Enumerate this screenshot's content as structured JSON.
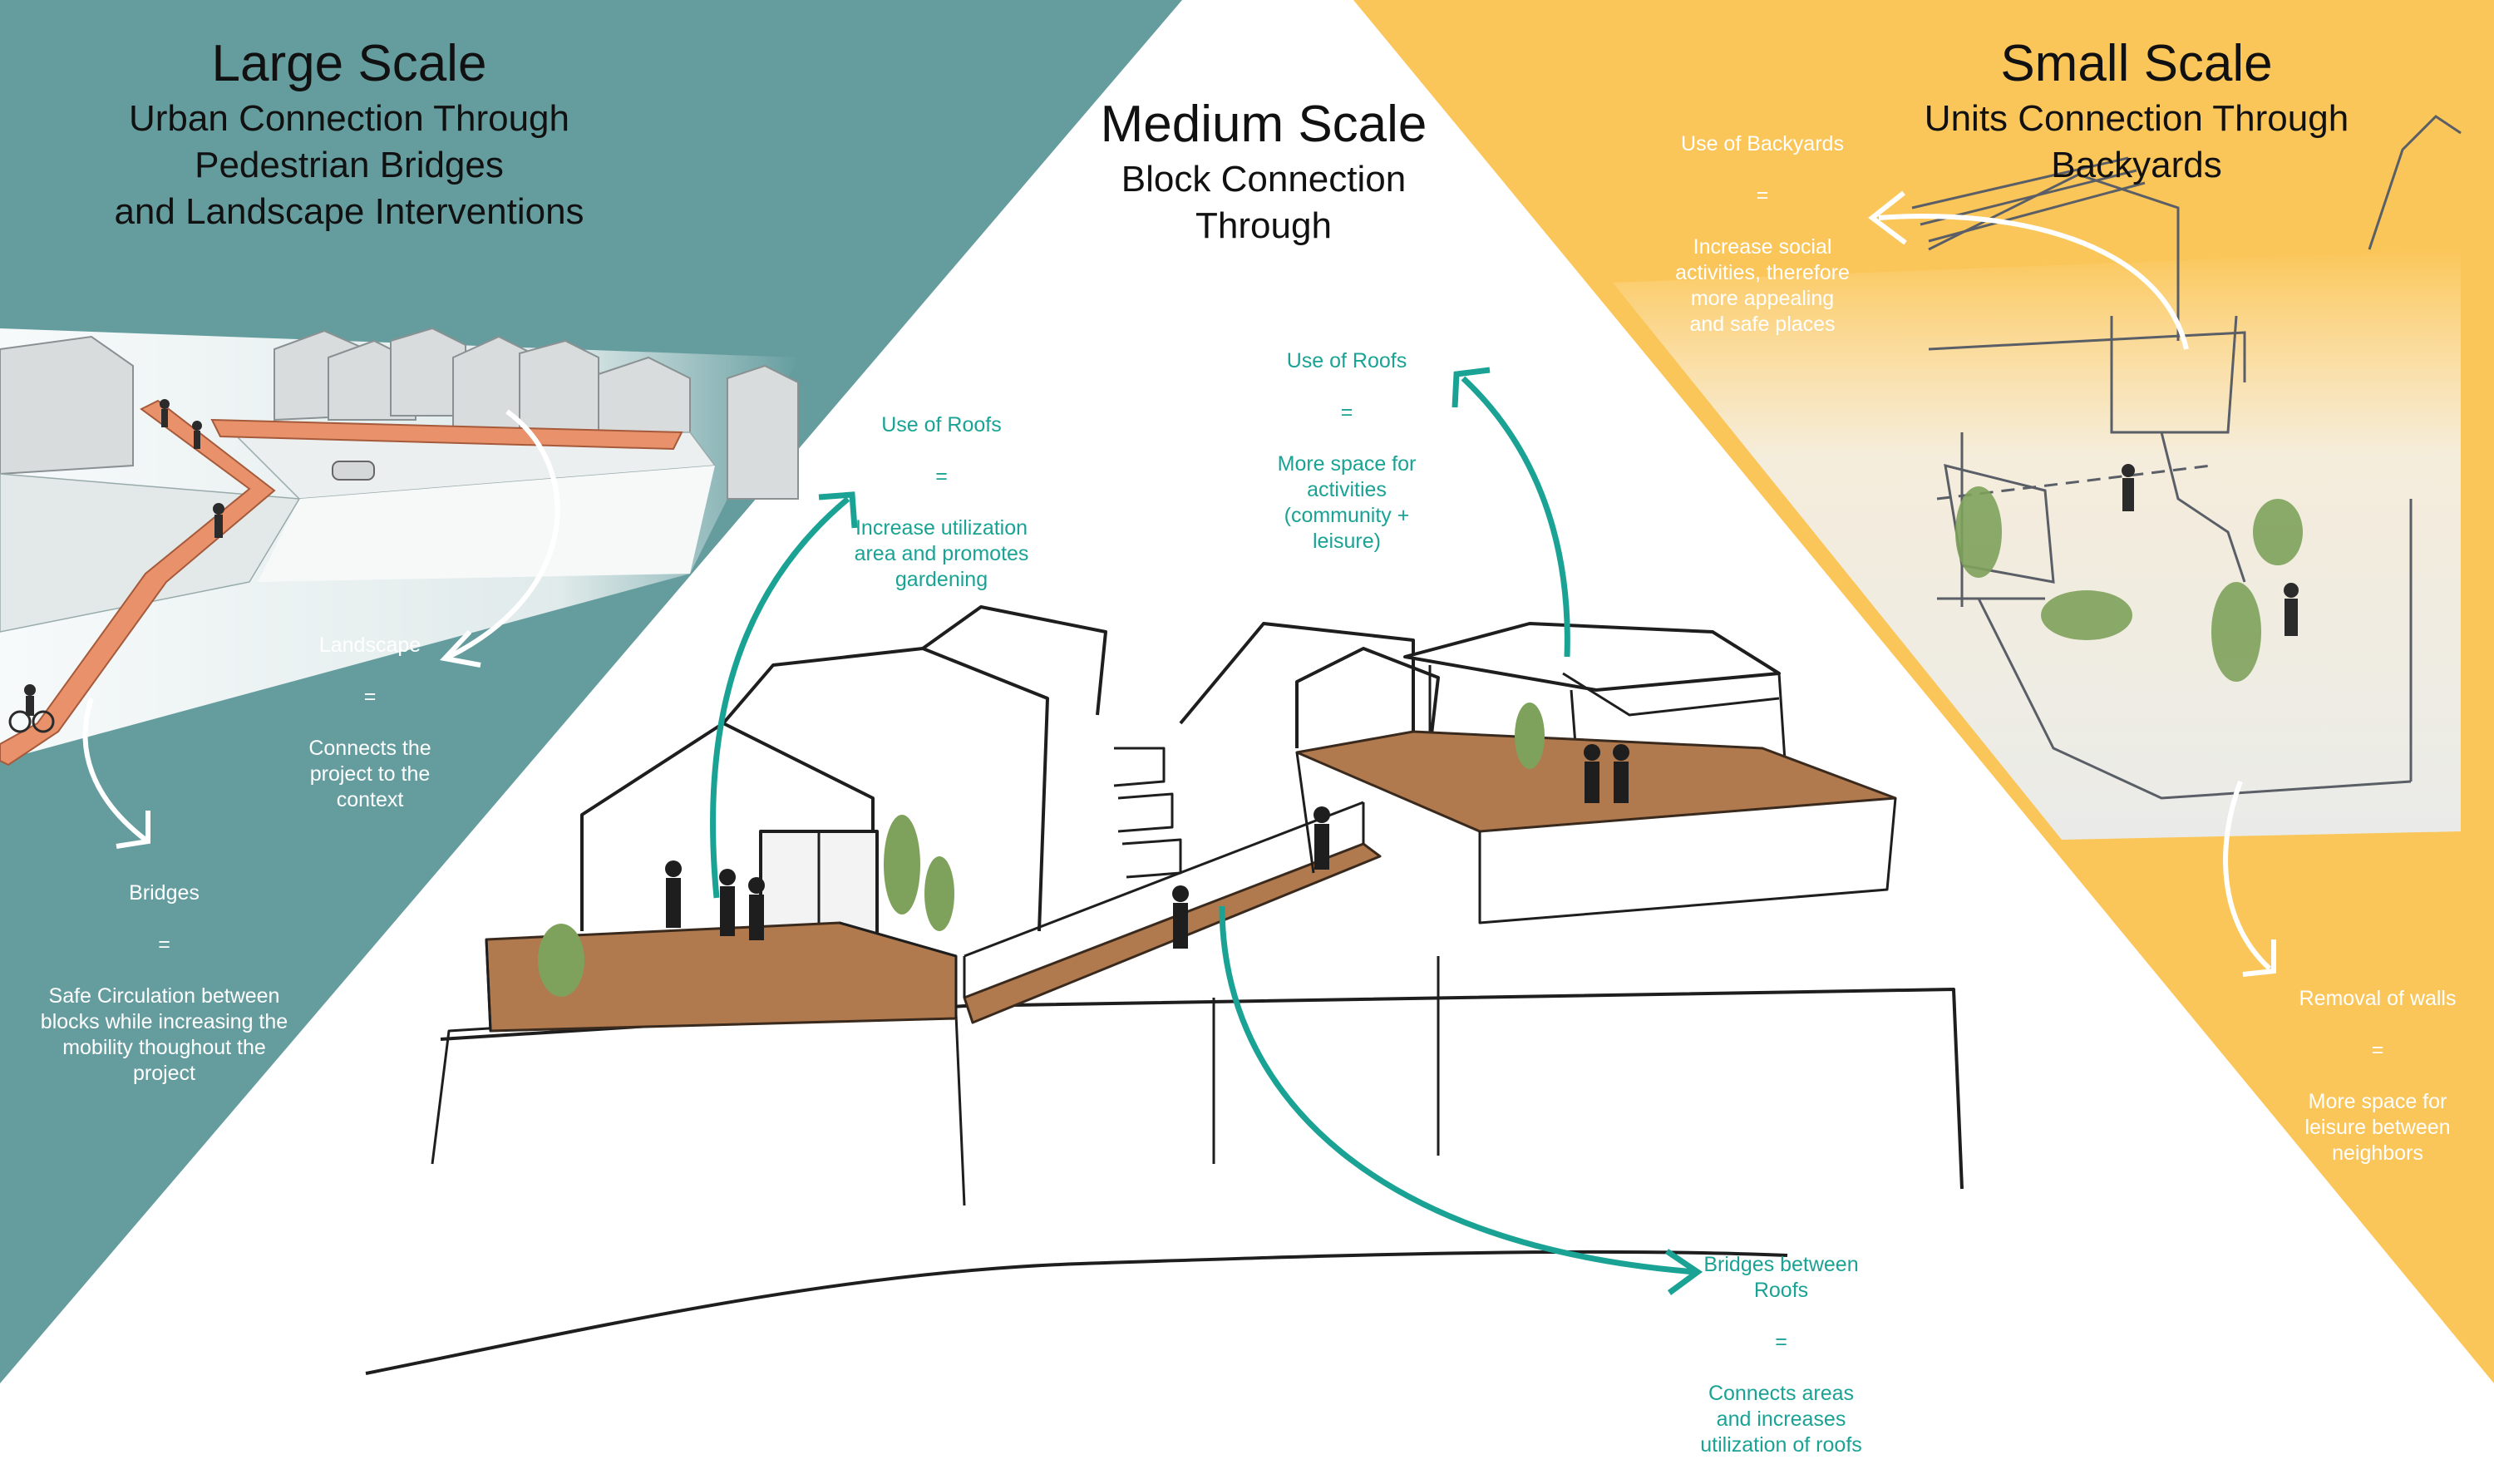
{
  "colors": {
    "teal_panel": "#659d9f",
    "yellow_panel": "#fbc659",
    "accent_teal": "#1aa394",
    "bridge_orange": "#e8916a",
    "deck_brown": "#b07a4e"
  },
  "large_scale": {
    "title": "Large Scale",
    "subtitle": "Urban Connection Through\nPedestrian Bridges\nand Landscape Interventions",
    "landscape_note": {
      "label": "Landscape",
      "eq": "=",
      "text": "Connects the\nproject to the\ncontext"
    },
    "bridges_note": {
      "label": "Bridges",
      "eq": "=",
      "text": "Safe Circulation between\nblocks while increasing the\nmobility thoughout the\nproject"
    }
  },
  "medium_scale": {
    "title": "Medium Scale",
    "subtitle": "Block Connection\nThrough",
    "roofs_left_note": {
      "label": "Use of Roofs",
      "eq": "=",
      "text": "Increase utilization\narea and promotes\ngardening"
    },
    "roofs_right_note": {
      "label": "Use of Roofs",
      "eq": "=",
      "text": "More space for\nactivities\n(community  +\nleisure)"
    },
    "bridges_roofs_note": {
      "label": "Bridges between\nRoofs",
      "eq": "=",
      "text": "Connects areas\nand increases\nutilization of roofs"
    }
  },
  "small_scale": {
    "title": "Small Scale",
    "subtitle": "Units Connection Through\nBackyards",
    "backyards_note": {
      "label": "Use of Backyards",
      "eq": "=",
      "text": "Increase social\nactivities, therefore\nmore appealing\nand safe places"
    },
    "walls_note": {
      "label": "Removal of walls",
      "eq": "=",
      "text": "More space for\nleisure between\nneighbors"
    }
  }
}
